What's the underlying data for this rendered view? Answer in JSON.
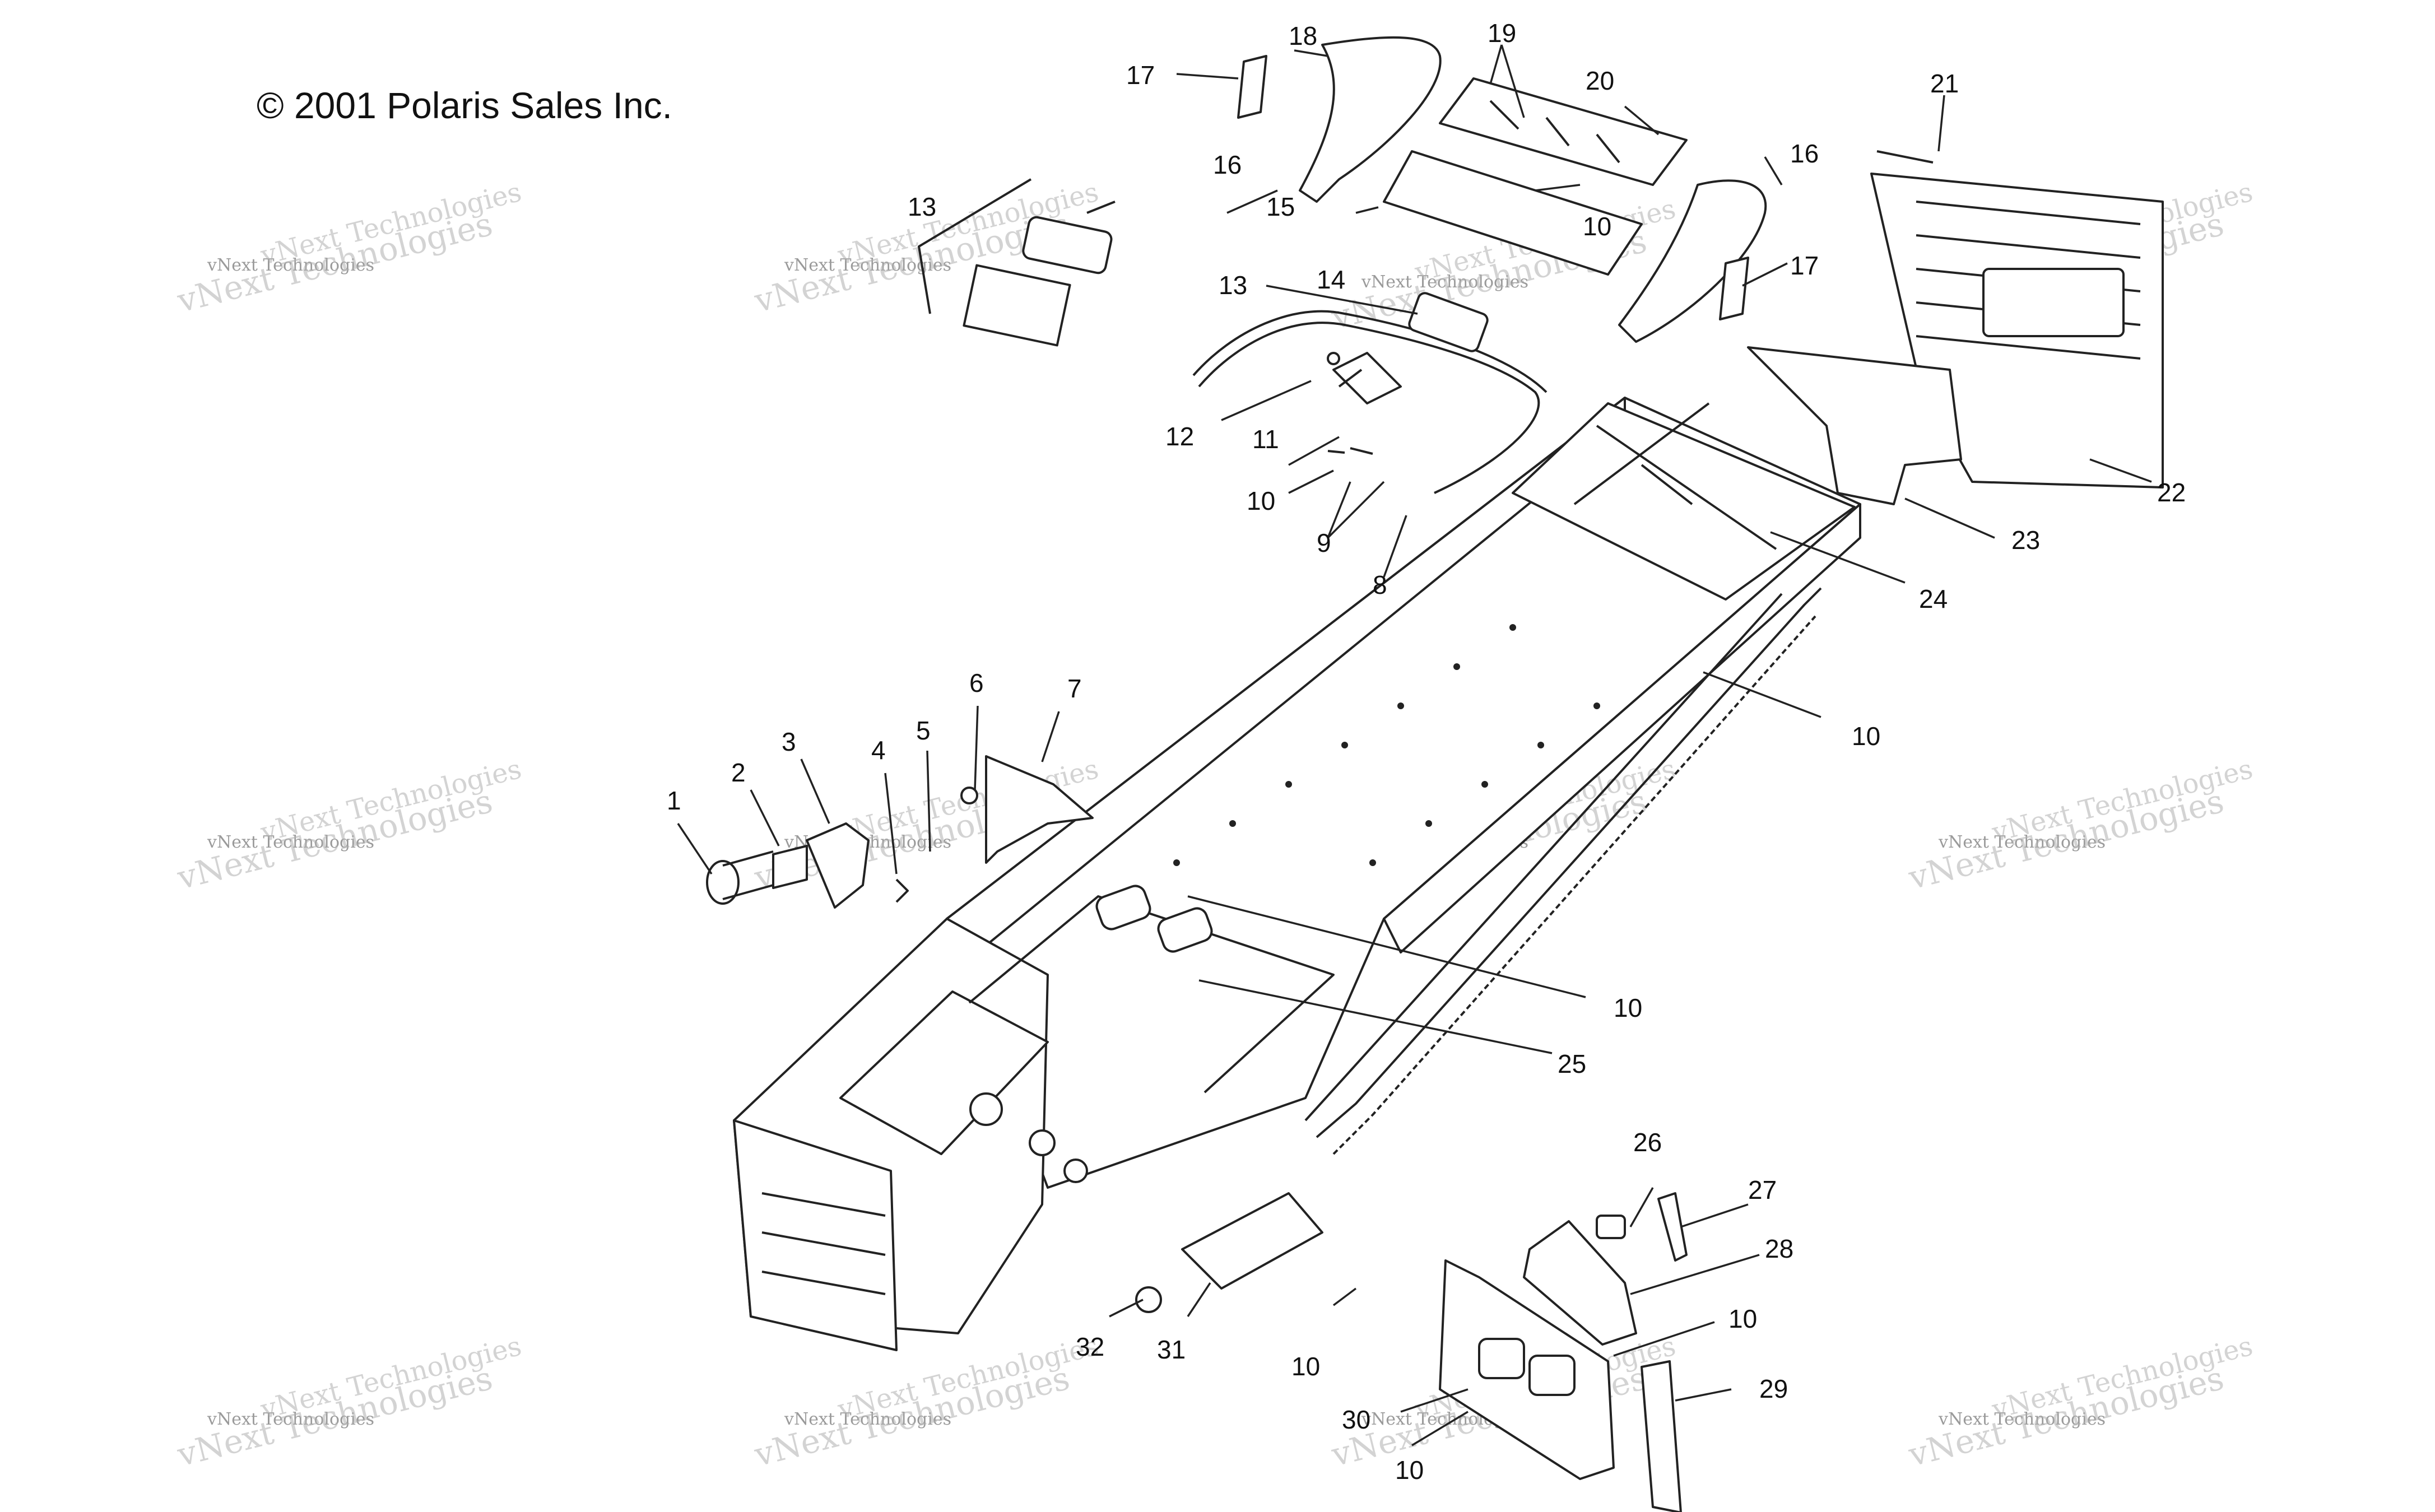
{
  "copyright": "© 2001 Polaris Sales Inc.",
  "watermark": {
    "small": "vNext Technologies",
    "large": "vNext Technologies"
  },
  "callouts": {
    "c1": "1",
    "c2": "2",
    "c3": "3",
    "c4": "4",
    "c5": "5",
    "c6": "6",
    "c7": "7",
    "c8": "8",
    "c9": "9",
    "c10a": "10",
    "c10b": "10",
    "c10c": "10",
    "c10d": "10",
    "c10e": "10",
    "c10f": "10",
    "c10g": "10",
    "c11": "11",
    "c12": "12",
    "c13a": "13",
    "c13b": "13",
    "c14": "14",
    "c15": "15",
    "c16a": "16",
    "c16b": "16",
    "c17a": "17",
    "c17b": "17",
    "c18": "18",
    "c19": "19",
    "c20": "20",
    "c21": "21",
    "c22": "22",
    "c23": "23",
    "c24": "24",
    "c25": "25",
    "c26": "26",
    "c27": "27",
    "c28": "28",
    "c29": "29",
    "c30": "30",
    "c31": "31",
    "c32": "32"
  }
}
